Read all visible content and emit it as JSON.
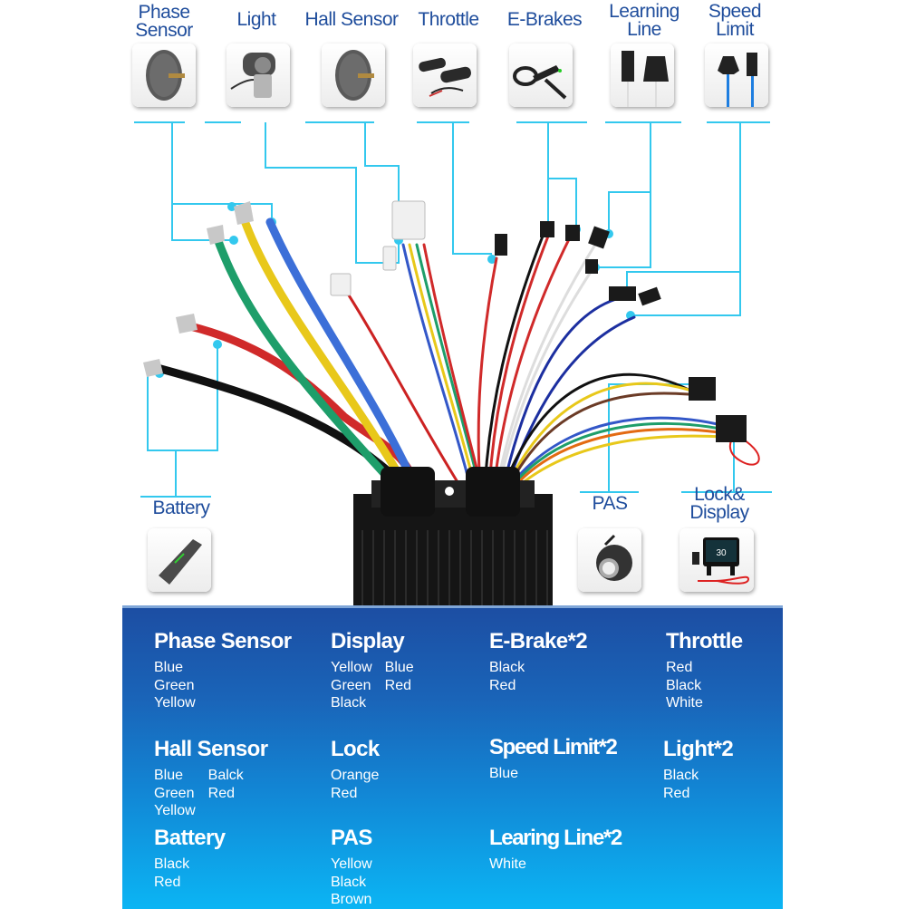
{
  "components_top": [
    {
      "id": "phase-sensor",
      "label": "Phase Sensor",
      "lines": [
        "Phase",
        "Sensor"
      ],
      "icon": "hub-motor-icon"
    },
    {
      "id": "light",
      "label": "Light",
      "lines": [
        "Light"
      ],
      "icon": "headlight-icon"
    },
    {
      "id": "hall-sensor",
      "label": "Hall Sensor",
      "lines": [
        "Hall Sensor"
      ],
      "icon": "hub-motor-icon"
    },
    {
      "id": "throttle",
      "label": "Throttle",
      "lines": [
        "Throttle"
      ],
      "icon": "throttle-grip-icon"
    },
    {
      "id": "e-brakes",
      "label": "E-Brakes",
      "lines": [
        "E-Brakes"
      ],
      "icon": "brake-lever-icon"
    },
    {
      "id": "learning-line",
      "label": "Learning Line",
      "lines": [
        "Learning",
        "Line"
      ],
      "icon": "connector-icon"
    },
    {
      "id": "speed-limit",
      "label": "Speed Limit",
      "lines": [
        "Speed",
        "Limit"
      ],
      "icon": "connector-blue-wire-icon"
    }
  ],
  "components_bottom": [
    {
      "id": "battery",
      "label": "Battery",
      "lines": [
        "Battery"
      ],
      "icon": "battery-pack-icon"
    },
    {
      "id": "pas",
      "label": "PAS",
      "lines": [
        "PAS"
      ],
      "icon": "pas-sensor-icon"
    },
    {
      "id": "lock-display",
      "label": "Lock& Display",
      "lines": [
        "Lock&",
        "Display"
      ],
      "icon": "lcd-display-icon"
    }
  ],
  "colors": {
    "label_blue": "#1f4d9c",
    "leader_line": "#33c8ee",
    "panel_top": "#1c4ea3",
    "panel_bottom": "#0bb5f4",
    "controller_body": "#111111"
  },
  "specs": [
    {
      "title": "Phase Sensor",
      "columns": [
        [
          "Blue",
          "Green",
          "Yellow"
        ]
      ]
    },
    {
      "title": "Display",
      "columns": [
        [
          "Yellow",
          "Green",
          "Black"
        ],
        [
          "Blue",
          "Red"
        ]
      ]
    },
    {
      "title": "E-Brake*2",
      "columns": [
        [
          "Black",
          "Red"
        ]
      ]
    },
    {
      "title": "Throttle",
      "columns": [
        [
          "Red",
          "Black",
          "White"
        ]
      ]
    },
    {
      "title": "Hall Sensor",
      "columns": [
        [
          "Blue",
          "Green",
          "Yellow"
        ],
        [
          "Balck",
          "Red"
        ]
      ]
    },
    {
      "title": "Lock",
      "columns": [
        [
          "Orange",
          "Red"
        ]
      ]
    },
    {
      "title": "Speed Limit*2",
      "columns": [
        [
          "Blue"
        ]
      ]
    },
    {
      "title": "Light*2",
      "columns": [
        [
          "Black",
          "Red"
        ]
      ]
    },
    {
      "title": "Battery",
      "columns": [
        [
          "Black",
          "Red"
        ]
      ]
    },
    {
      "title": "PAS",
      "columns": [
        [
          "Yellow",
          "Black",
          "Brown"
        ]
      ]
    },
    {
      "title": "Learing Line*2",
      "columns": [
        [
          "White"
        ]
      ]
    }
  ]
}
